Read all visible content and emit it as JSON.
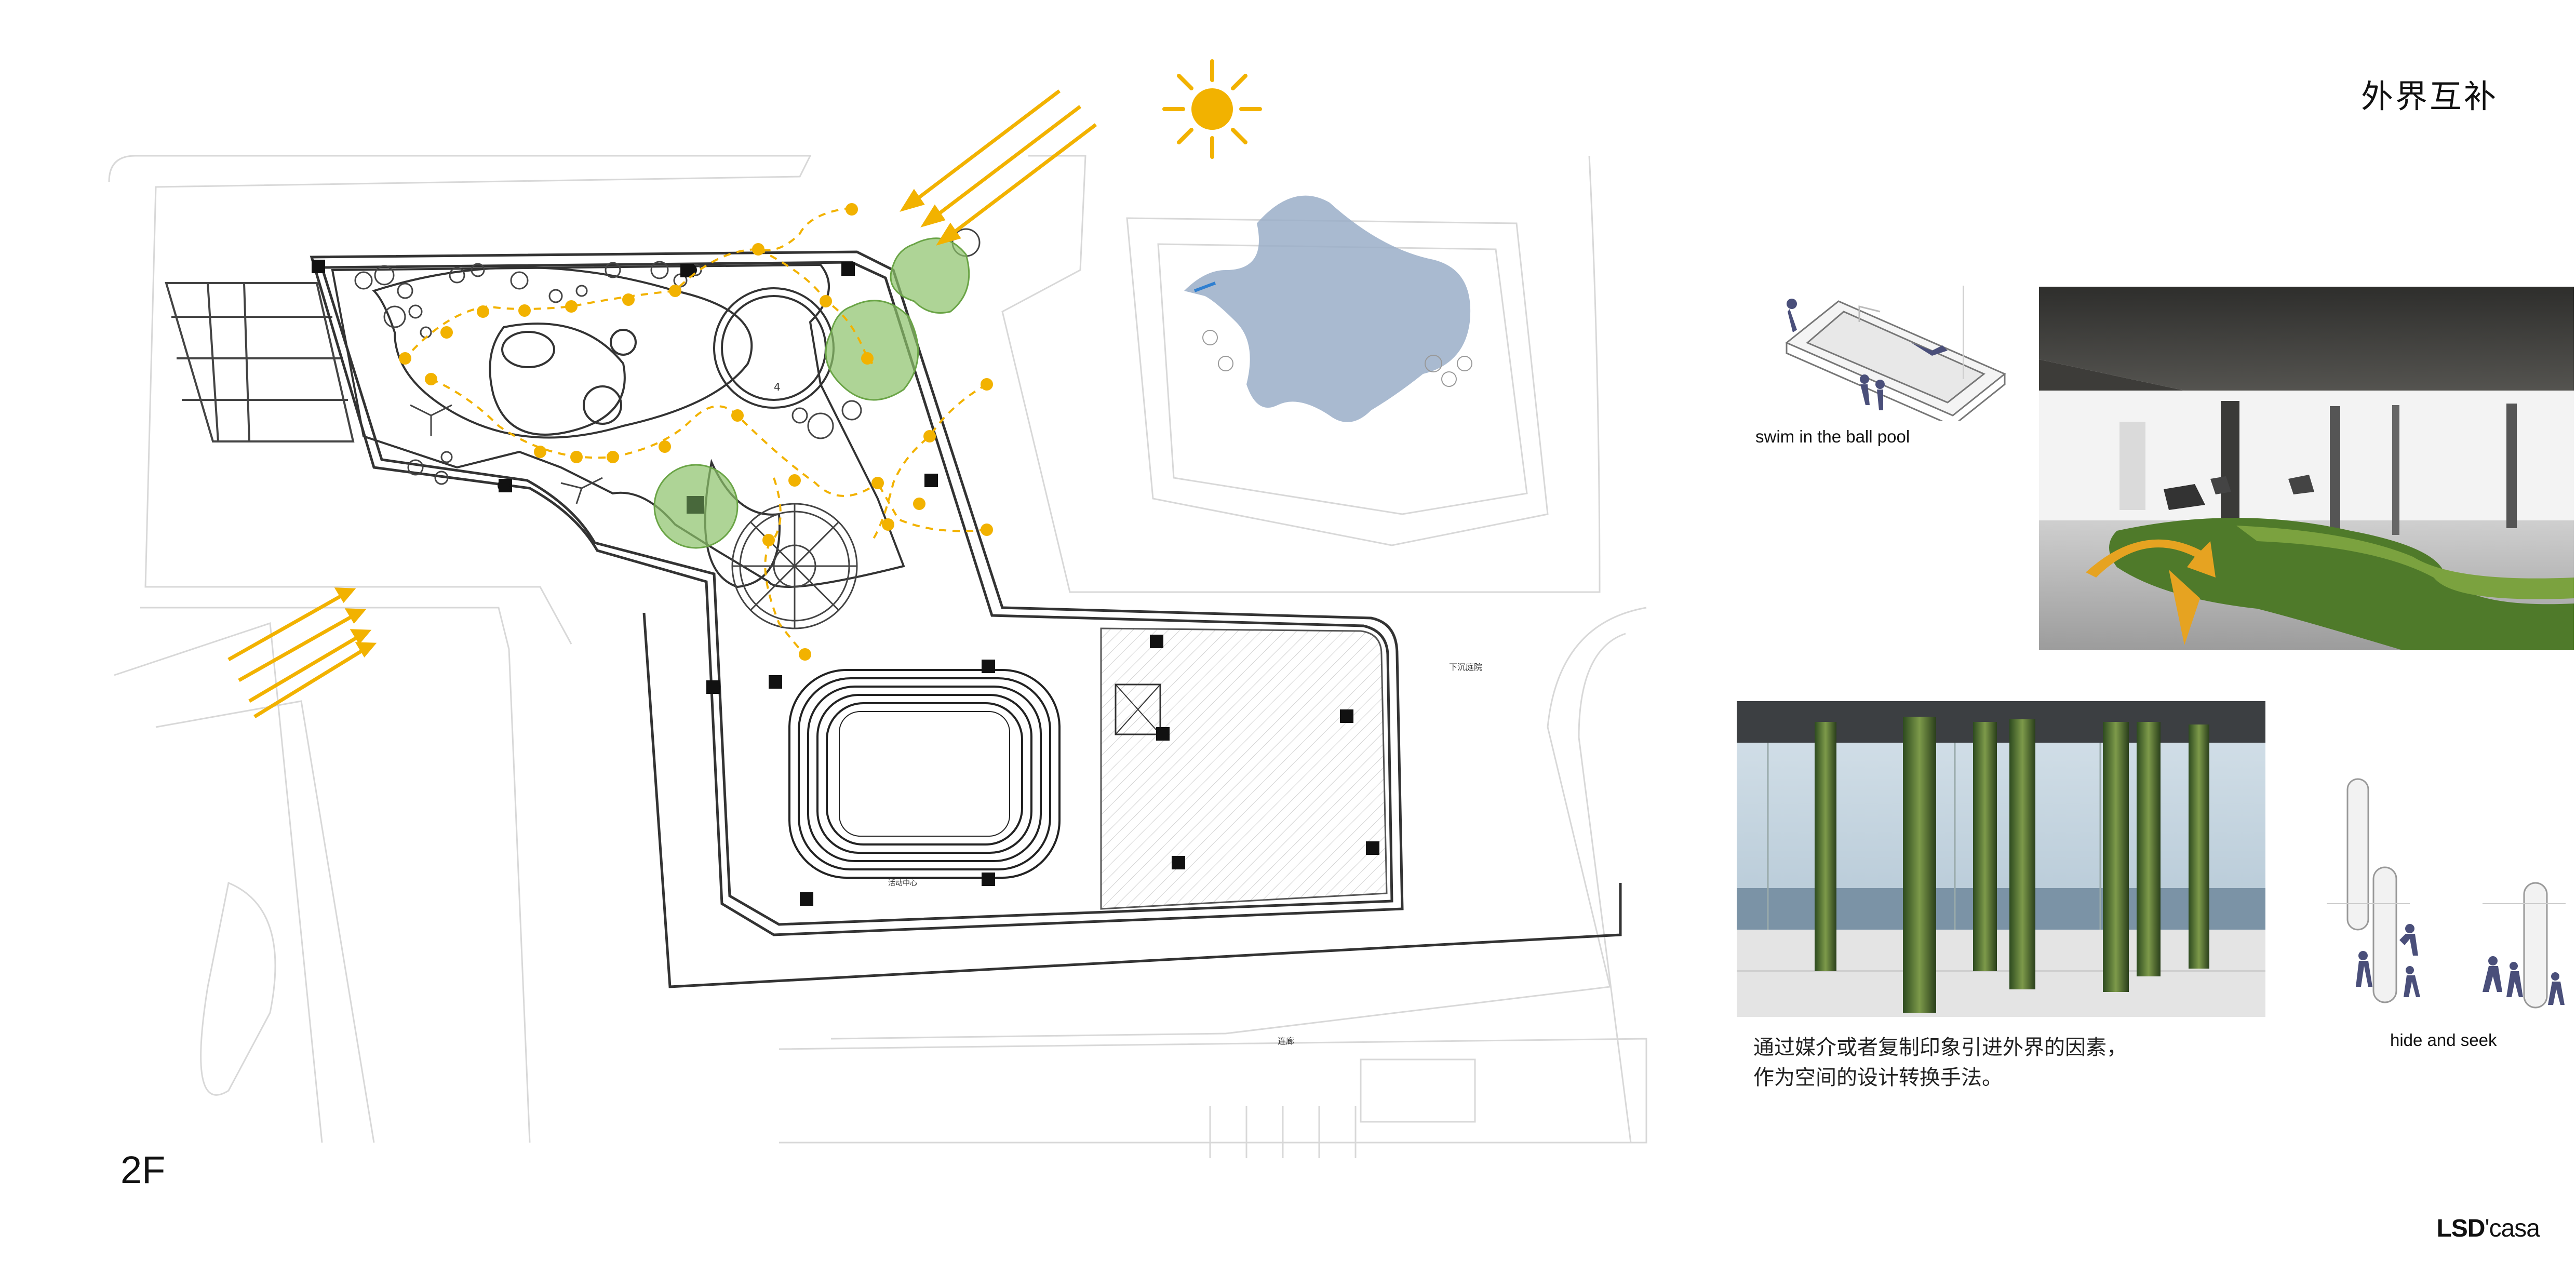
{
  "page": {
    "title": "外界互补",
    "floor_label": "2F",
    "logo_bold": "LSD",
    "logo_light": "'casa"
  },
  "captions": {
    "ball_pool": "swim in the ball pool",
    "hide_and_seek": "hide and seek",
    "description_line1": "通过媒介或者复制印象引进外界的因素，",
    "description_line2": "作为空间的设计转换手法。"
  },
  "plan": {
    "number_label": "4",
    "room_labels": [
      "活动中心",
      "下沉庭院",
      "连廊"
    ],
    "path_color": "#f2b200",
    "green_color": "#8cc26a",
    "sun_color": "#f2b200",
    "water_color": "#9aaec8"
  },
  "icons": [
    "sun-icon",
    "direction-arrow-icon",
    "curved-arrow-icon"
  ]
}
